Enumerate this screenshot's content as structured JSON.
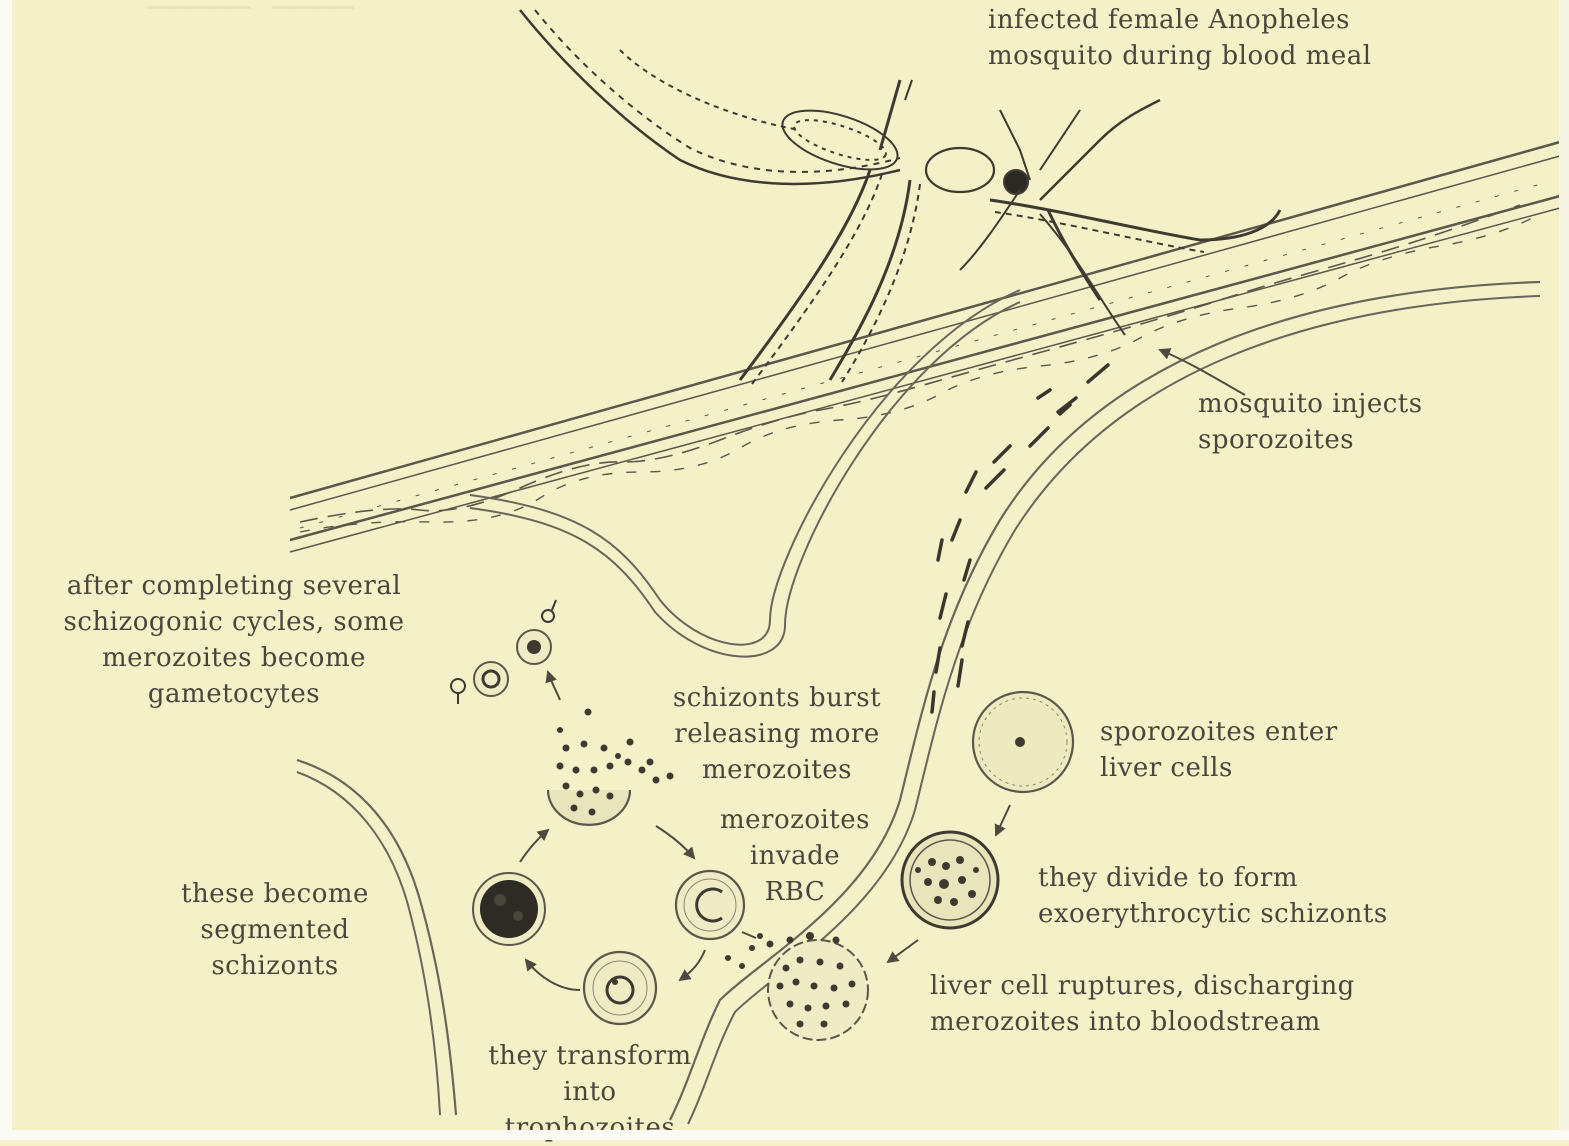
{
  "labels": {
    "mosquito_line1": "infected female Anopheles",
    "mosquito_line2": "mosquito during blood meal",
    "inject_line1": "mosquito injects",
    "inject_line2": "sporozoites",
    "enter_line1": "sporozoites enter",
    "enter_line2": "liver cells",
    "divide_line1": "they divide to form",
    "divide_line2": "exoerythrocytic schizonts",
    "rupture_line1": "liver cell ruptures, discharging",
    "rupture_line2": "merozoites into bloodstream",
    "invade_line1": "merozoites",
    "invade_line2": "invade",
    "invade_line3": "RBC",
    "transform_line1": "they transform",
    "transform_line2": "into",
    "transform_line3": "trophozoites",
    "segmented_line1": "these become",
    "segmented_line2": "segmented",
    "segmented_line3": "schizonts",
    "burst_line1": "schizonts burst",
    "burst_line2": "releasing more",
    "burst_line3": "merozoites",
    "gameto_line1": "after completing several",
    "gameto_line2": "schizogonic cycles, some",
    "gameto_line3": "merozoites become",
    "gameto_line4": "gametocytes"
  },
  "colors": {
    "background": "#f4f1c9",
    "ink": "#4a463c",
    "line": "#5b574b"
  }
}
